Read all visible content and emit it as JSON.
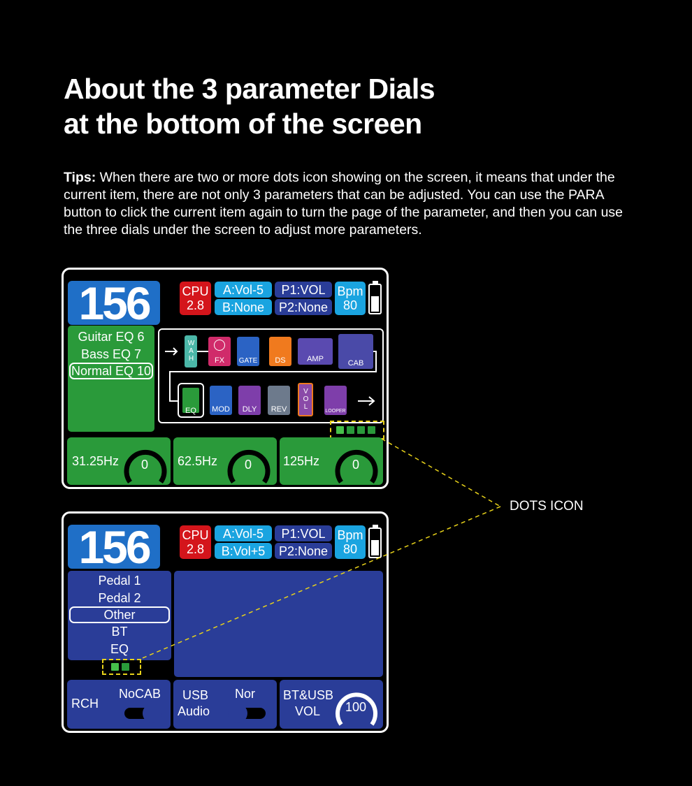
{
  "heading": {
    "line1": "About the 3 parameter Dials",
    "line2": "at the bottom of the screen"
  },
  "tips": {
    "label": "Tips:",
    "text": " When there are two or more dots icon showing on the screen, it means that under the current item, there are not only 3 parameters that can be adjusted. You can use the PARA button to click the current item again to turn the page of the parameter, and then you can use the three dials under the screen to adjust more parameters."
  },
  "callout": "DOTS ICON",
  "screen1": {
    "bpm": "156",
    "cpu_label": "CPU",
    "cpu_value": "2.8",
    "a": "A:Vol-5",
    "b": "B:None",
    "p1": "P1:VOL",
    "p2": "P2:None",
    "bpm_label": "Bpm",
    "bpm_value": "80",
    "list": [
      "Guitar EQ 6",
      "Bass EQ 7",
      "Normal EQ 10"
    ],
    "chain_row1": [
      "WAH",
      "FX",
      "GATE",
      "DS",
      "AMP",
      "CAB"
    ],
    "chain_row2": [
      "EQ",
      "MOD",
      "DLY",
      "REV",
      "VOL",
      "LOOPER"
    ],
    "dials": [
      {
        "label": "31.25Hz",
        "value": "0"
      },
      {
        "label": "62.5Hz",
        "value": "0"
      },
      {
        "label": "125Hz",
        "value": "0"
      }
    ],
    "dots_total": 4,
    "dots_active": 1
  },
  "screen2": {
    "bpm": "156",
    "cpu_label": "CPU",
    "cpu_value": "2.8",
    "a": "A:Vol-5",
    "b": "B:Vol+5",
    "p1": "P1:VOL",
    "p2": "P2:None",
    "bpm_label": "Bpm",
    "bpm_value": "80",
    "list": [
      "Pedal 1",
      "Pedal 2",
      "Other",
      "BT",
      "EQ"
    ],
    "controls": {
      "rch": "RCH",
      "nocab": "NoCAB",
      "usb": "USB",
      "audio": "Audio",
      "nor": "Nor",
      "btusb": "BT&USB",
      "vol": "VOL",
      "vol_value": "100"
    },
    "dots_total": 2,
    "dots_active": 1
  }
}
